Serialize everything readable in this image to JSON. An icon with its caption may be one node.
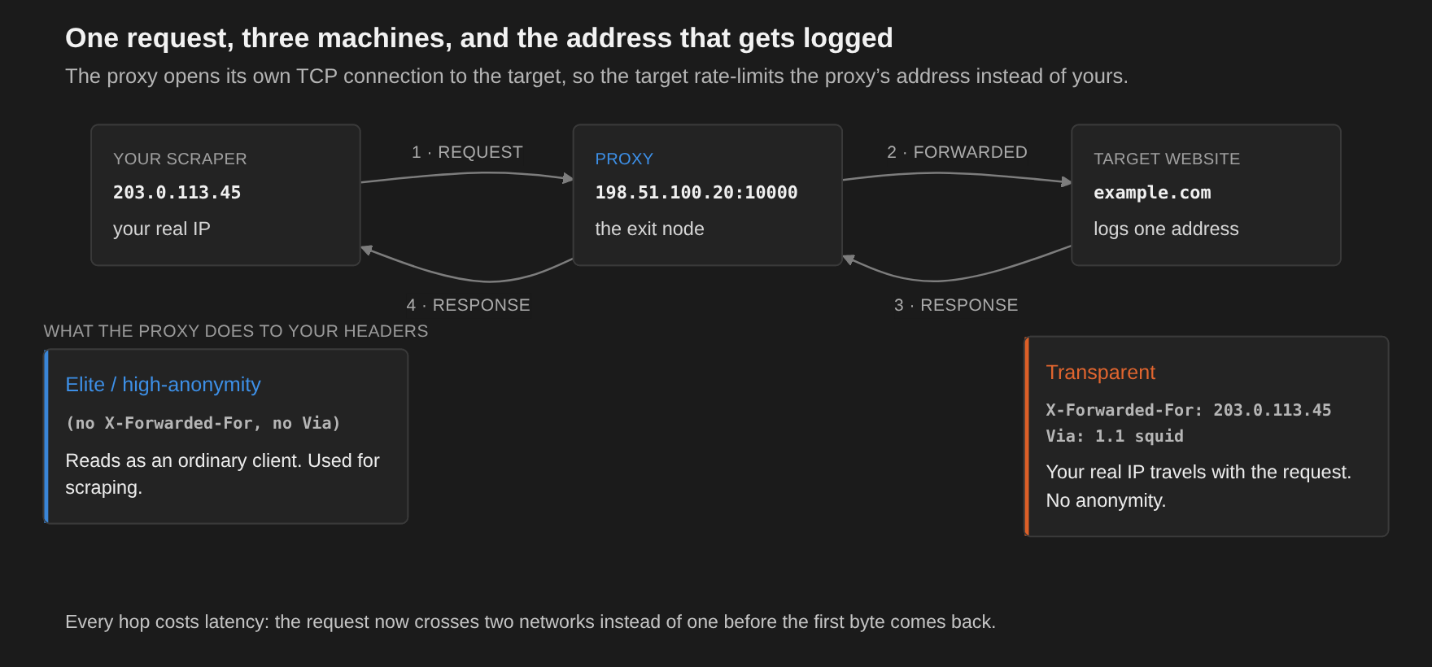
{
  "diagram": {
    "title": "One request, three machines, and the address that gets logged",
    "caption": "Every hop costs latency: the request now crosses two networks instead of one before the first byte comes back.",
    "nodes": [
      {
        "text": [
          "YOUR SCRAPER",
          "203.0.113.45",
          "your real IP"
        ]
      },
      {
        "text": [
          "PROXY",
          "198.51.100.20:10000",
          "the exit node"
        ]
      },
      {
        "text": [
          "TARGET WEBSITE",
          "example.com",
          "logs one address"
        ]
      },
      {
        "text": [
          "Elite / high-anonymity",
          "(no X-Forwarded-For, no Via)",
          "Reads as an ordinary client. Used for scraping."
        ]
      },
      {
        "text": [
          "Transparent",
          "X-Forwarded-For: 203.0.113.45",
          "Via: 1.1 squid",
          "Your real IP travels with the request. No anonymity."
        ]
      }
    ],
    "edges": [
      {
        "from": 0,
        "to": 1,
        "arrow": "to",
        "label": "1 · REQUEST"
      },
      {
        "from": 1,
        "to": 2,
        "arrow": "to",
        "label": "2 · FORWARDED"
      },
      {
        "from": 2,
        "to": 1,
        "arrow": "to",
        "label": "3 · RESPONSE"
      },
      {
        "from": 1,
        "to": 0,
        "arrow": "to",
        "label": "4 · RESPONSE"
      }
    ],
    "labels": [
      "The proxy opens its own TCP connection to the target, so the target rate-limits the proxy’s address instead of yours.",
      "WHAT THE PROXY DOES TO YOUR HEADERS"
    ]
  }
}
